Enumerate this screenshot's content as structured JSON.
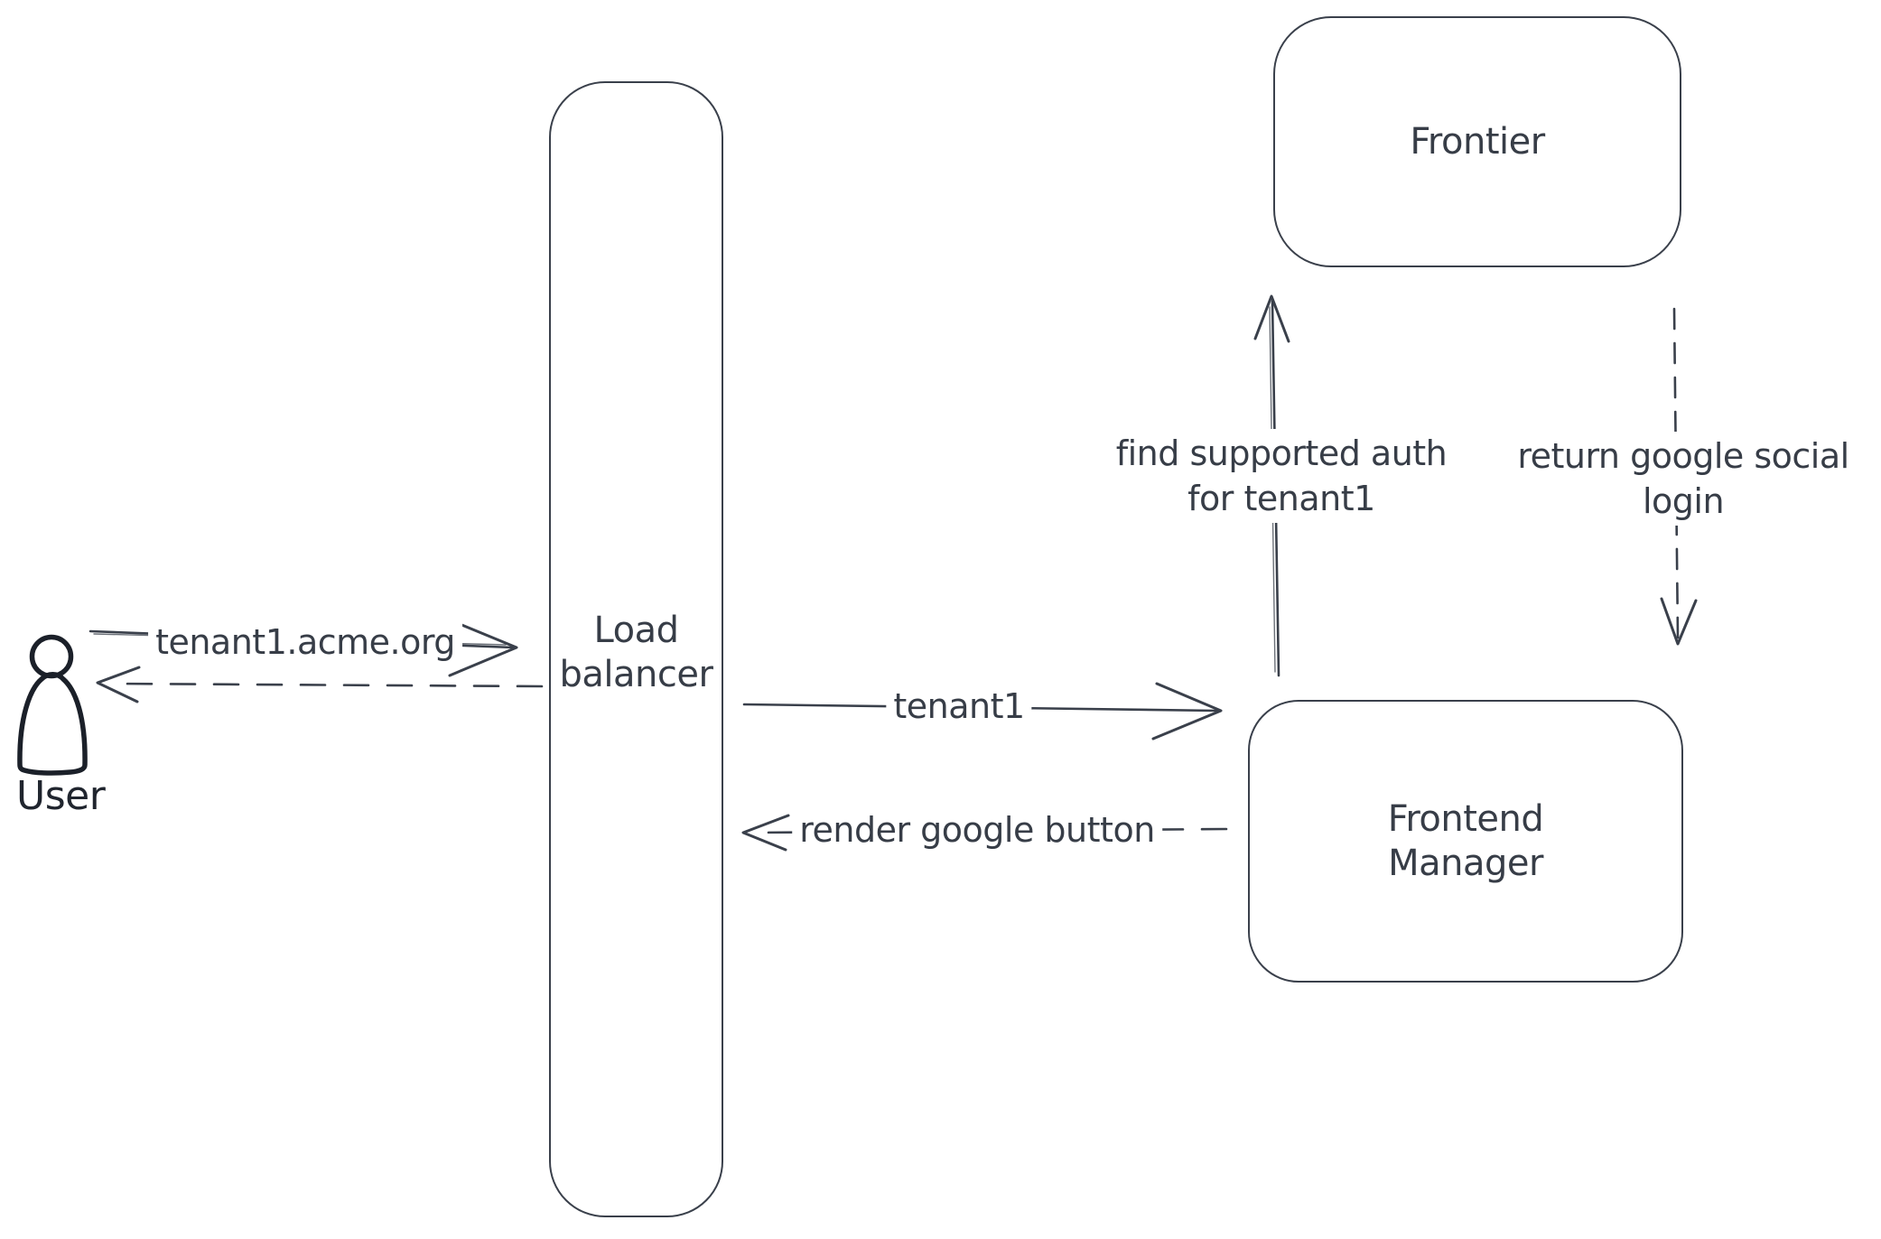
{
  "diagram": {
    "background": "#ffffff",
    "stroke_color": "#3a404b",
    "figure_stroke": "#1b2029",
    "hatch_fill": "#ccd3db",
    "actor": {
      "user_label": "User"
    },
    "nodes": {
      "load_balancer": {
        "line1": "Load",
        "line2": "balancer"
      },
      "frontier": {
        "label": "Frontier"
      },
      "frontend_manager": {
        "line1": "Frontend",
        "line2": "Manager"
      }
    },
    "edges": {
      "user_to_load_balancer": {
        "label": "tenant1.acme.org",
        "style": "solid"
      },
      "load_balancer_to_user": {
        "style": "dashed"
      },
      "load_balancer_to_frontend_manager": {
        "label": "tenant1",
        "style": "solid"
      },
      "frontend_manager_to_load_balancer": {
        "label": "render google button",
        "style": "dashed"
      },
      "frontend_manager_to_frontier": {
        "line1": "find supported auth",
        "line2": "for tenant1",
        "style": "solid"
      },
      "frontier_to_frontend_manager": {
        "line1": "return google social",
        "line2": "login",
        "style": "dashed"
      }
    }
  }
}
